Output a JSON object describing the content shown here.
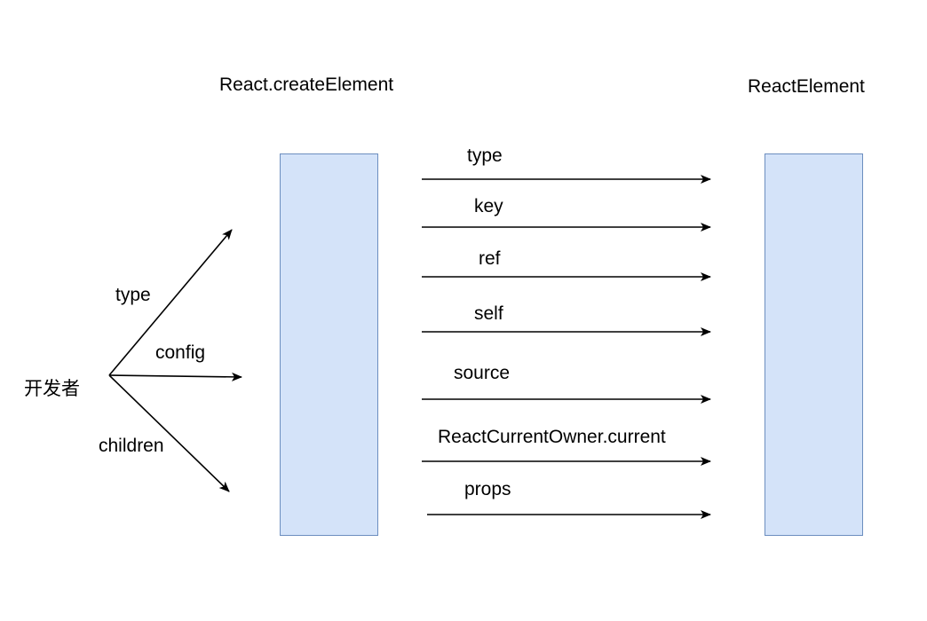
{
  "colors": {
    "box_fill": "#d4e3f9",
    "box_stroke": "#6c8ebf",
    "arrow": "#000000"
  },
  "headings": {
    "create_element": "React.createElement",
    "react_element": "ReactElement"
  },
  "source": {
    "label": "开发者",
    "inputs": [
      {
        "id": "type",
        "label": "type"
      },
      {
        "id": "config",
        "label": "config"
      },
      {
        "id": "children",
        "label": "children"
      }
    ]
  },
  "outputs": [
    {
      "id": "type",
      "label": "type"
    },
    {
      "id": "key",
      "label": "key"
    },
    {
      "id": "ref",
      "label": "ref"
    },
    {
      "id": "self",
      "label": "self"
    },
    {
      "id": "source",
      "label": "source"
    },
    {
      "id": "owner",
      "label": "ReactCurrentOwner.current"
    },
    {
      "id": "props",
      "label": "props"
    }
  ]
}
